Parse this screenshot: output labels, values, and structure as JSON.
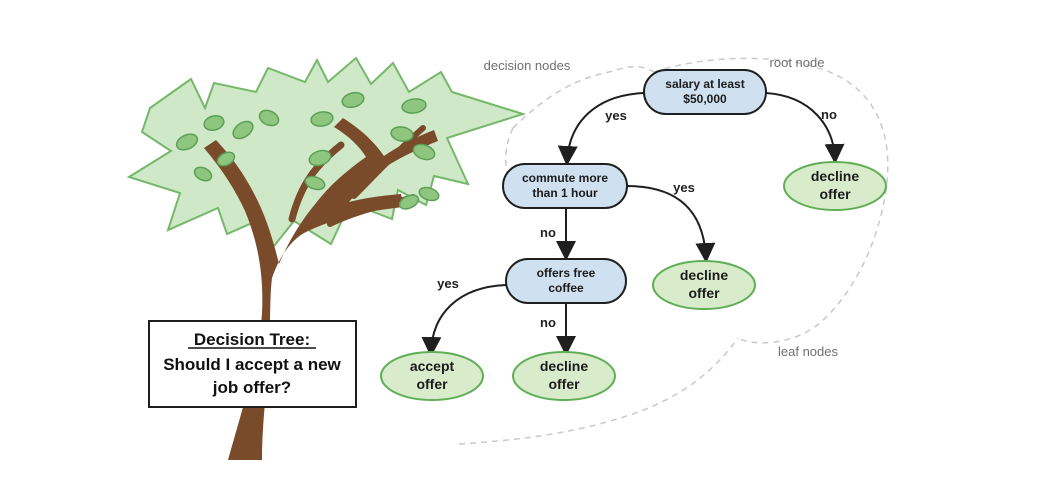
{
  "title_box": {
    "lines": [
      "Decision Tree:",
      "Should I accept a new",
      "job offer?"
    ]
  },
  "annotations": {
    "decision_nodes": "decision nodes",
    "root_node": "root node",
    "leaf_nodes": "leaf nodes"
  },
  "nodes": {
    "salary": [
      "salary at least",
      "$50,000"
    ],
    "commute": [
      "commute more",
      "than 1 hour"
    ],
    "coffee": [
      "offers free",
      "coffee"
    ],
    "decline_1": [
      "decline",
      "offer"
    ],
    "decline_2": [
      "decline",
      "offer"
    ],
    "accept": [
      "accept",
      "offer"
    ],
    "decline_3": [
      "decline",
      "offer"
    ]
  },
  "edges": {
    "salary_yes": "yes",
    "salary_no": "no",
    "commute_no": "no",
    "commute_yes": "yes",
    "coffee_yes": "yes",
    "coffee_no": "no"
  },
  "colors": {
    "decision_fill": "#cfe0f1",
    "leaf_fill": "#d8eccb",
    "leaf_stroke": "#5fae55",
    "decision_stroke": "#1f1f1f",
    "canopy_fill": "#cfe8c7",
    "canopy_stroke": "#75b86a",
    "trunk": "#7a4b2a",
    "leaf_green": "#8fc67f"
  }
}
